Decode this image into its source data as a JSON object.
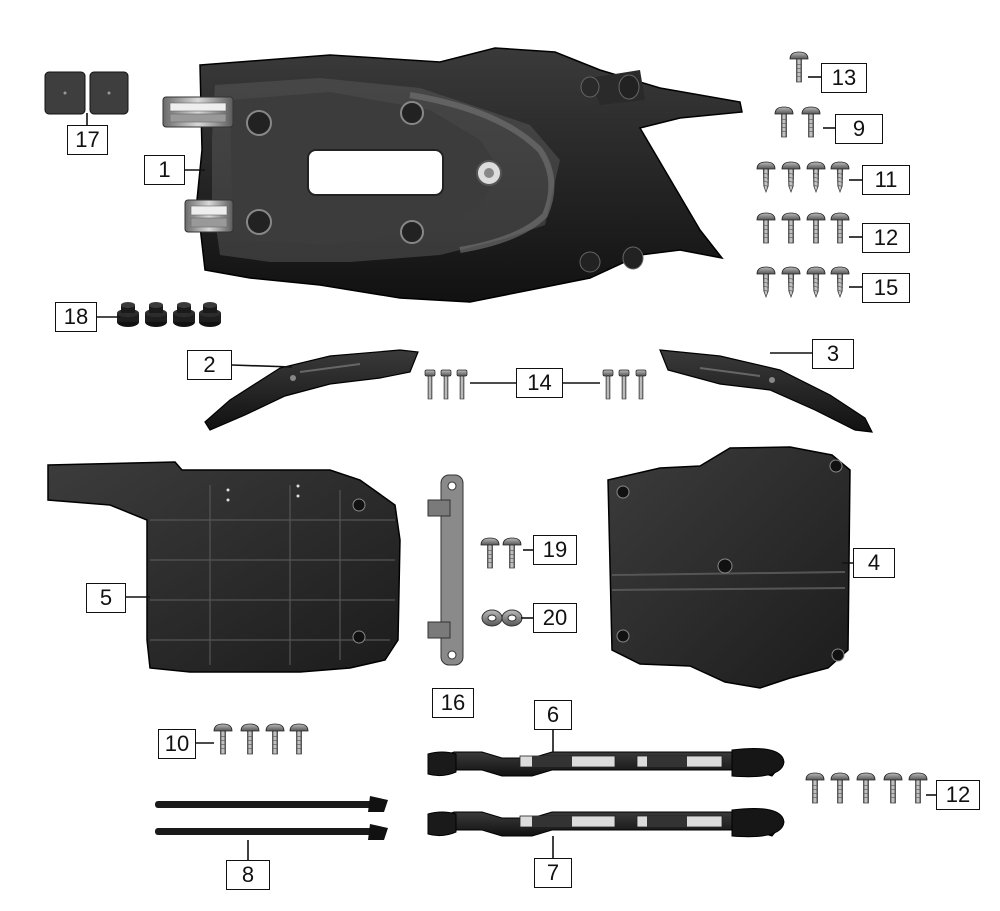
{
  "diagram": {
    "parts": [
      {
        "id": "seat-pan",
        "label": "1"
      },
      {
        "id": "side-bracket-left",
        "label": "2"
      },
      {
        "id": "side-bracket-right",
        "label": "3"
      },
      {
        "id": "cover-plate",
        "label": "4"
      },
      {
        "id": "skid-plate",
        "label": "5"
      },
      {
        "id": "rail-upper",
        "label": "6"
      },
      {
        "id": "rail-lower",
        "label": "7"
      },
      {
        "id": "cable-ties",
        "label": "8"
      },
      {
        "id": "bolts-9",
        "label": "9"
      },
      {
        "id": "bolts-10",
        "label": "10"
      },
      {
        "id": "screws-11",
        "label": "11"
      },
      {
        "id": "bolts-12-top",
        "label": "12"
      },
      {
        "id": "bolt-13",
        "label": "13"
      },
      {
        "id": "bolts-14",
        "label": "14"
      },
      {
        "id": "screws-15",
        "label": "15"
      },
      {
        "id": "strap-bracket",
        "label": "16"
      },
      {
        "id": "pads-17",
        "label": "17"
      },
      {
        "id": "grommets-18",
        "label": "18"
      },
      {
        "id": "bolts-19",
        "label": "19"
      },
      {
        "id": "nuts-20",
        "label": "20"
      },
      {
        "id": "bolts-12-bottom",
        "label": "12"
      }
    ]
  }
}
